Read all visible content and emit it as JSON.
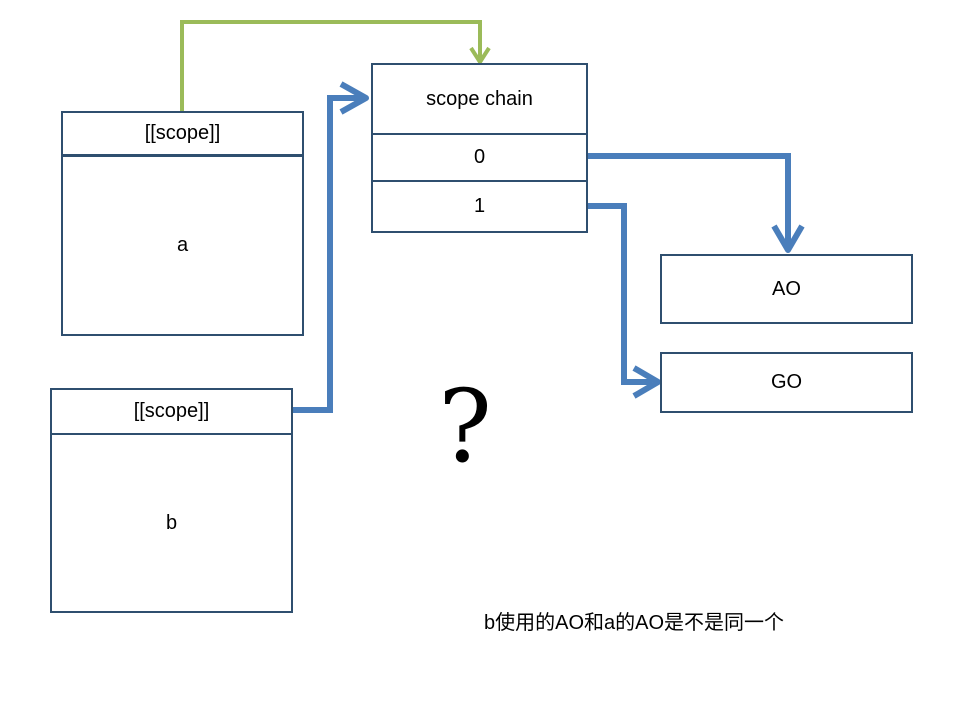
{
  "function_a": {
    "scope_label": "[[scope]]",
    "name": "a"
  },
  "function_b": {
    "scope_label": "[[scope]]",
    "name": "b"
  },
  "scope_chain": {
    "title": "scope chain",
    "slots": [
      "0",
      "1"
    ]
  },
  "objects": {
    "ao": "AO",
    "go": "GO"
  },
  "question_mark": "?",
  "caption": "b使用的AO和a的AO是不是同一个",
  "colors": {
    "box_border": "#2f4f6f",
    "blue_arrow": "#4a7ebb",
    "green_arrow": "#9bbb59"
  }
}
